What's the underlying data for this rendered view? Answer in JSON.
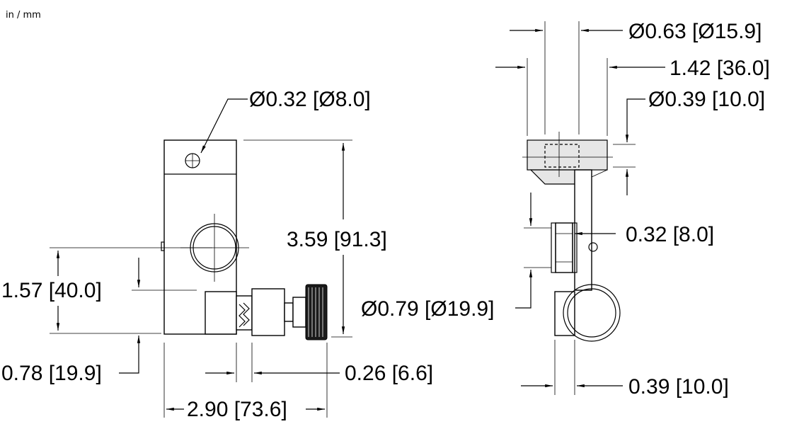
{
  "units_label": "in / mm",
  "dimensions": {
    "top_hole_dia": "Ø0.32 [Ø8.0]",
    "overall_height": "3.59 [91.3]",
    "center_height": "1.57 [40.0]",
    "base_offset": "0.78 [19.9]",
    "thread_gap": "0.26 [6.6]",
    "overall_width": "2.90 [73.6]",
    "rod_dia": "Ø0.63 [Ø15.9]",
    "side_depth": "1.42 [36.0]",
    "side_hole_dia": "Ø0.39 [10.0]",
    "slot_width": "0.32 [8.0]",
    "knob_dia": "Ø0.79 [Ø19.9]",
    "bottom_width": "0.39 [10.0]"
  }
}
